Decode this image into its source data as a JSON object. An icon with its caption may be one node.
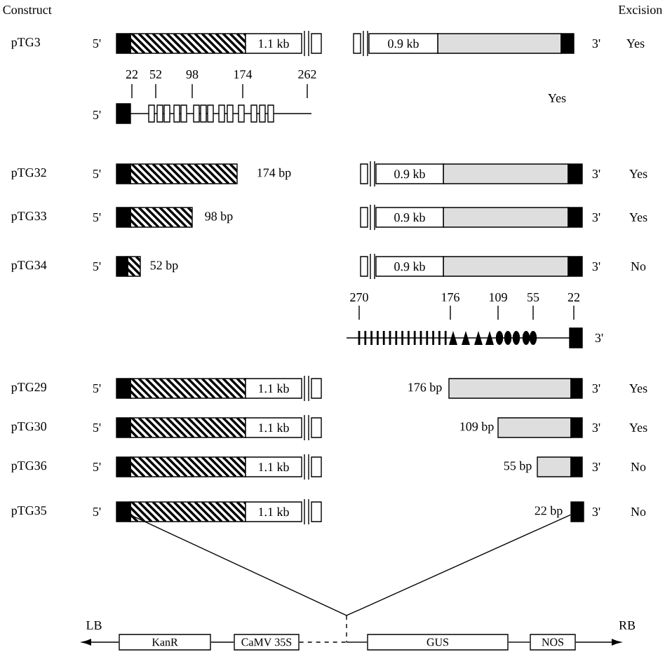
{
  "diagram": {
    "nodes": [
      {
        "text": [],
        "shape": "box"
      },
      {
        "text": [
          "1.1 kb"
        ]
      },
      {
        "text": [
          "0.9 kb"
        ]
      },
      {
        "text": [],
        "shape": "box"
      },
      {
        "text": [],
        "shape": "box"
      },
      {
        "text": [
          "0.9 kb"
        ]
      },
      {
        "text": [],
        "shape": "box"
      },
      {
        "text": [],
        "shape": "box"
      },
      {
        "text": [
          "0.9 kb"
        ]
      },
      {
        "text": [],
        "shape": "box"
      },
      {
        "text": [],
        "shape": "box"
      },
      {
        "text": [
          "0.9 kb"
        ]
      },
      {
        "text": [],
        "shape": "box"
      },
      {
        "text": [],
        "shape": "box"
      },
      {
        "text": [
          "1.1 kb"
        ]
      },
      {
        "text": [],
        "shape": "box"
      },
      {
        "text": [],
        "shape": "box"
      },
      {
        "text": [
          "1.1 kb"
        ]
      },
      {
        "text": [],
        "shape": "box"
      },
      {
        "text": [],
        "shape": "box"
      },
      {
        "text": [
          "1.1 kb"
        ]
      },
      {
        "text": [],
        "shape": "box"
      },
      {
        "text": [],
        "shape": "box"
      },
      {
        "text": [
          "1.1 kb"
        ]
      },
      {
        "text": [],
        "shape": "box"
      },
      {
        "text": [
          "KanR"
        ]
      },
      {
        "text": [
          "CaMV 35S"
        ]
      },
      {
        "text": [
          "GUS"
        ]
      },
      {
        "text": [
          "NOS"
        ]
      }
    ],
    "edges": [
      {
        "from": 22,
        "to": null,
        "arrow": "none"
      },
      {
        "from": 24,
        "to": null,
        "arrow": "none"
      },
      {
        "from": 25,
        "to": 26,
        "arrow": "none"
      },
      {
        "from": 26,
        "to": 27,
        "arrow": "none",
        "style": "dashed"
      },
      {
        "from": 27,
        "to": 28,
        "arrow": "none"
      }
    ],
    "labels": [
      "Construct",
      "Excision",
      "pTG3",
      "5'",
      "3'",
      "Yes",
      "22",
      "52",
      "98",
      "174",
      "262",
      "5'",
      "Yes",
      "pTG32",
      "5'",
      "174 bp",
      "3'",
      "Yes",
      "pTG33",
      "5'",
      "98 bp",
      "3'",
      "Yes",
      "pTG34",
      "5'",
      "52 bp",
      "3'",
      "No",
      "270",
      "176",
      "109",
      "55",
      "22",
      "3'",
      "pTG29",
      "5'",
      "176 bp",
      "3'",
      "Yes",
      "pTG30",
      "5'",
      "109 bp",
      "3'",
      "Yes",
      "pTG36",
      "5'",
      "55 bp",
      "3'",
      "No",
      "pTG35",
      "5'",
      "22 bp",
      "3'",
      "No",
      "LB",
      "RB"
    ]
  }
}
